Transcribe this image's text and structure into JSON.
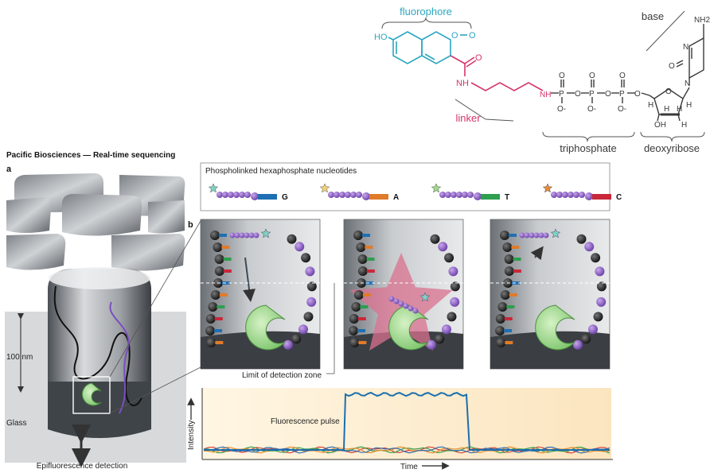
{
  "molecule": {
    "fluorophore_label": "fluorophore",
    "linker_label": "linker",
    "triphosphate_label": "triphosphate",
    "deoxyribose_label": "deoxyribose",
    "base_label": "base",
    "atoms": {
      "ho": "HO",
      "o": "O",
      "nh": "NH",
      "nh2": "NH2",
      "n": "N",
      "h": "H",
      "p": "P",
      "o_minus": "O-",
      "oh": "OH"
    },
    "colors": {
      "fluorophore": "#2aa6bf",
      "linker": "#d6336c",
      "structure": "#3a3a3a"
    }
  },
  "panel_a": {
    "section_title": "Pacific Biosciences — Real-time sequencing",
    "panel_letter": "a",
    "scale_label": "100 nm",
    "glass_label": "Glass",
    "detection_label": "Epifluorescence detection"
  },
  "nucleotide_box": {
    "title": "Phospholinked hexaphosphate nucleotides",
    "items": [
      {
        "base": "G",
        "color": "#1f6fb3",
        "star": "#7fd1c3"
      },
      {
        "base": "A",
        "color": "#e07b2a",
        "star": "#f3d27a"
      },
      {
        "base": "T",
        "color": "#2e9e4f",
        "star": "#9fd98a"
      },
      {
        "base": "C",
        "color": "#c8283a",
        "star": "#e58b3a"
      }
    ]
  },
  "panel_b": {
    "panel_letter": "b",
    "zone_label": "Limit of detection zone"
  },
  "trace": {
    "pulse_label": "Fluorescence pulse",
    "y_label": "Intensity",
    "x_label": "Time",
    "colors": {
      "pulse": "#1b6fae",
      "noise_red": "#d9433a",
      "noise_green": "#3b9b4a",
      "noise_orange": "#e58b2a",
      "noise_blue": "#2f6fb0"
    }
  }
}
